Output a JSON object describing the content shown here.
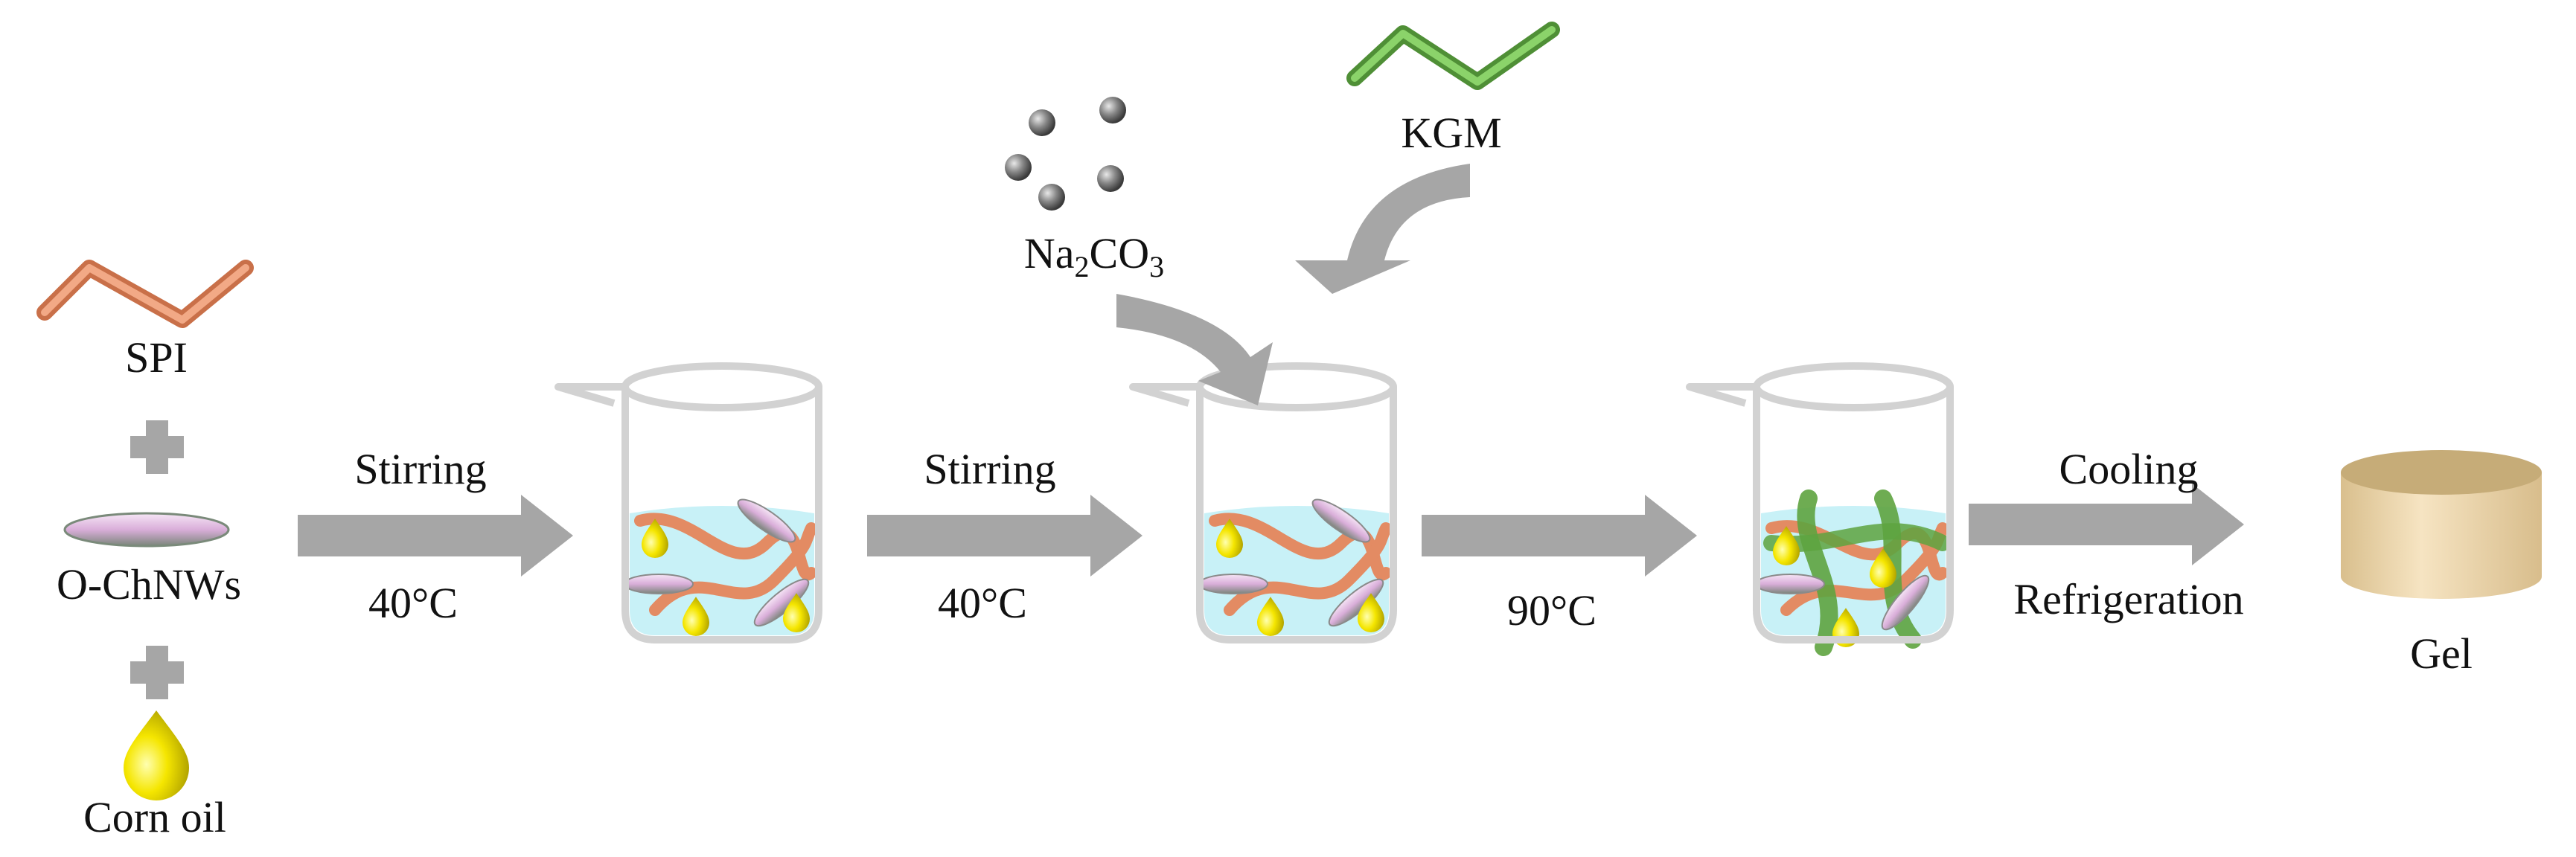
{
  "labels": {
    "spi": "SPI",
    "ochnws": "O-ChNWs",
    "corn_oil": "Corn oil",
    "kgm": "KGM",
    "na2co3": {
      "na": "Na",
      "sub2": "2",
      "co": "CO",
      "sub3": "3"
    },
    "gel": "Gel"
  },
  "steps": [
    {
      "top": "Stirring",
      "bottom": "40°C"
    },
    {
      "top": "Stirring",
      "bottom": "40°C"
    },
    {
      "top": "",
      "bottom": "90°C"
    },
    {
      "top": "Cooling",
      "bottom": "Refrigeration"
    }
  ],
  "colors": {
    "spi": "#e38b63",
    "kgm": "#6ab04c",
    "oil": "#f2e200",
    "nanowire": "#d9b6d9",
    "liquid": "#c8f1f7",
    "beaker": "#d2d2d2",
    "arrow": "#a6a6a6",
    "gel_side": "#e9d2a6",
    "gel_top": "#c6ac78",
    "particle": "#7a7a7a"
  }
}
